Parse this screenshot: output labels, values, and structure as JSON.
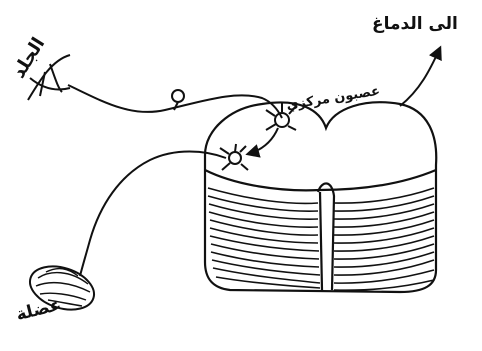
{
  "labels": {
    "to_brain": "الى الدماغ",
    "skin": "الجلد",
    "interneuron": "عصبون مركزي",
    "muscle": "عضلة"
  },
  "colors": {
    "ink": "#111111",
    "paper": "#ffffff"
  }
}
